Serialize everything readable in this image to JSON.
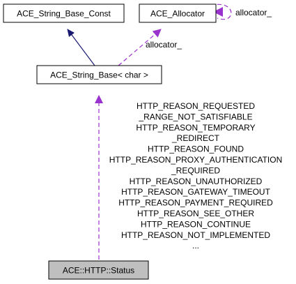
{
  "nodes": {
    "string_base_const": "ACE_String_Base_Const",
    "allocator": "ACE_Allocator",
    "string_base": "ACE_String_Base< char >",
    "http_status": "ACE::HTTP::Status"
  },
  "edges": {
    "allocator_self_label": "allocator_",
    "allocator_to_string_base_label": "allocator_",
    "string_base_to_status_labels": [
      "HTTP_REASON_REQUESTED",
      "_RANGE_NOT_SATISFIABLE",
      "HTTP_REASON_TEMPORARY",
      "_REDIRECT",
      "HTTP_REASON_FOUND",
      "HTTP_REASON_PROXY_AUTHENTICATION",
      "_REQUIRED",
      "HTTP_REASON_UNAUTHORIZED",
      "HTTP_REASON_GATEWAY_TIMEOUT",
      "HTTP_REASON_PAYMENT_REQUIRED",
      "HTTP_REASON_SEE_OTHER",
      "HTTP_REASON_CONTINUE",
      "HTTP_REASON_NOT_IMPLEMENTED",
      "..."
    ]
  },
  "colors": {
    "inheritance_edge": "#191970",
    "usage_edge": "#9a32cd",
    "node_border": "#000000",
    "node_fill": "#ffffff",
    "highlight_fill": "#bfbfbf"
  }
}
